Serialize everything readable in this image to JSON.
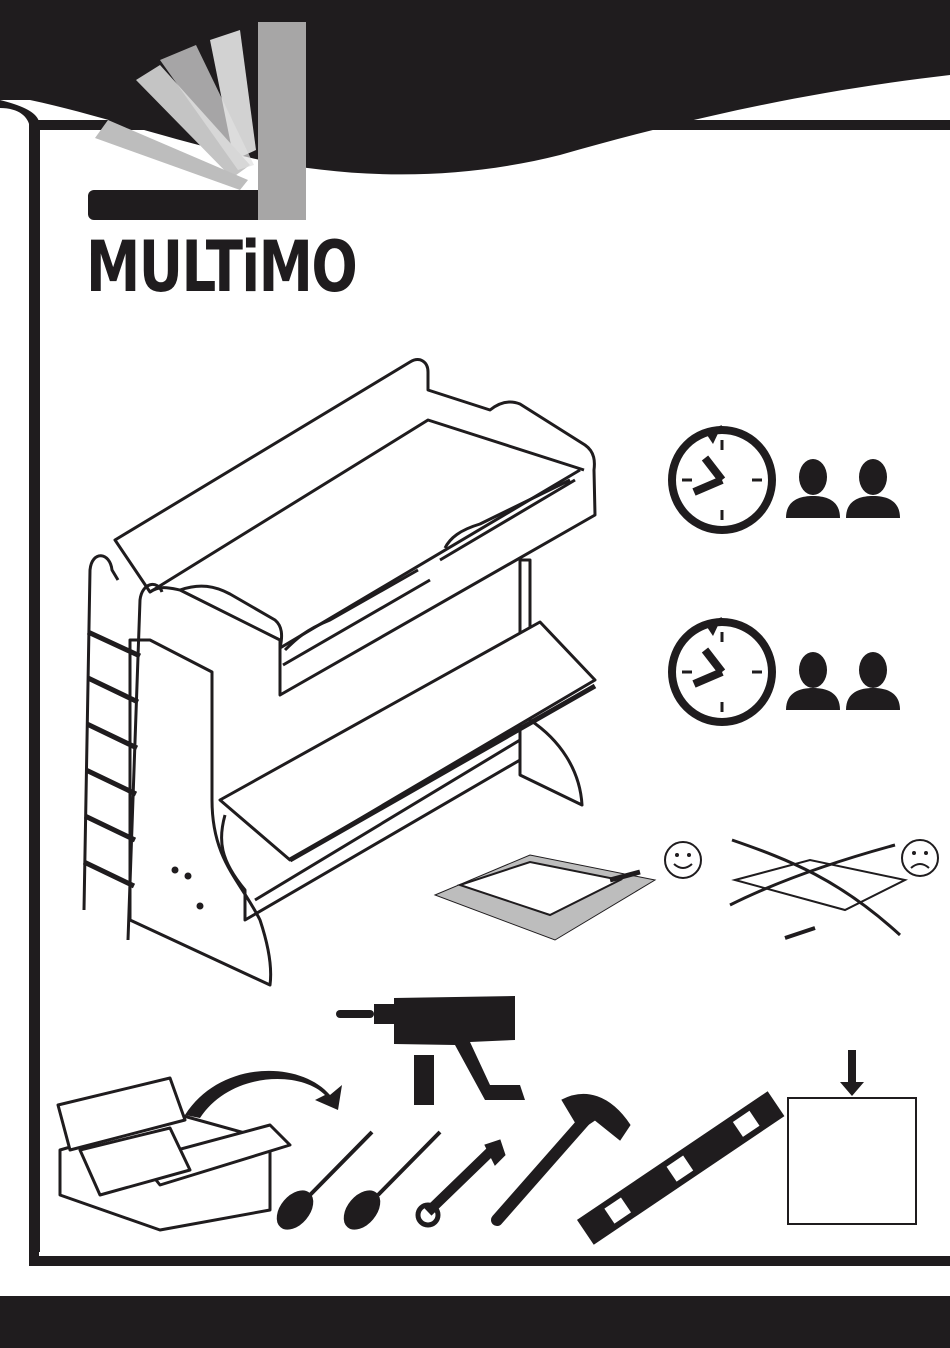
{
  "brand": {
    "name": "MULTiMO",
    "color": "#1f1c1e",
    "logo_gray": "#a7a6a6"
  },
  "icons": [
    "multimo-logo",
    "bunk-bed-with-desk-illustration",
    "clock-icon",
    "person-pair-icon",
    "happy-face-icon",
    "sad-face-icon",
    "carpet-icon",
    "drill-icon",
    "toolbox-icon",
    "screwdriver-icon",
    "wrench-icon",
    "hammer-icon",
    "spirit-level-icon",
    "arrow-down-icon"
  ],
  "colors": {
    "ink": "#1f1c1e",
    "paper": "#ffffff",
    "gray": "#a7a6a6"
  }
}
